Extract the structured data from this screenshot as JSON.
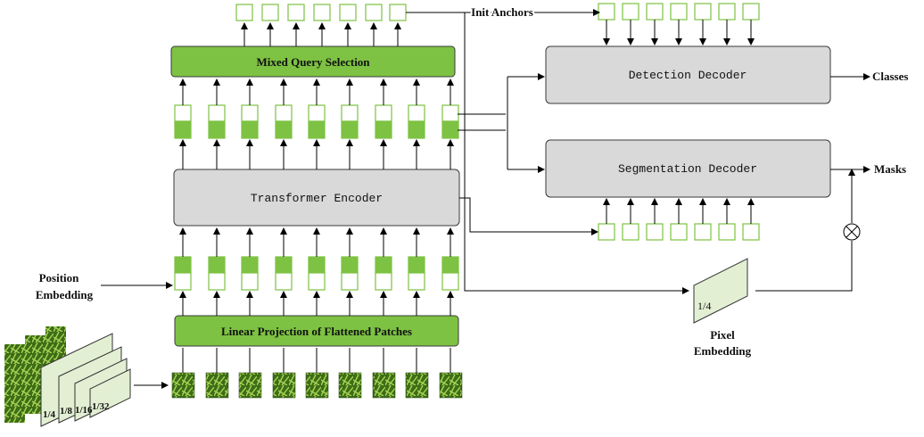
{
  "labels": {
    "mixed_query": "Mixed Query Selection",
    "transformer": "Transformer Encoder",
    "linear_proj": "Linear Projection of Flattened Patches",
    "detection": "Detection Decoder",
    "segmentation": "Segmentation Decoder",
    "init_anchors": "Init Anchors",
    "classes": "Classes",
    "masks": "Masks",
    "position_line1": "Position",
    "position_line2": "Embedding",
    "pixel_line1": "Pixel",
    "pixel_line2": "Embedding",
    "pixel_scale": "1/4",
    "scales": [
      "1/4",
      "1/8",
      "1/16",
      "1/32"
    ]
  },
  "colors": {
    "green": "#7dc242",
    "green_dark": "#4e8a22",
    "gray_box": "#d9d9d9",
    "pale_green": "#e2efd3",
    "line": "#000000"
  }
}
